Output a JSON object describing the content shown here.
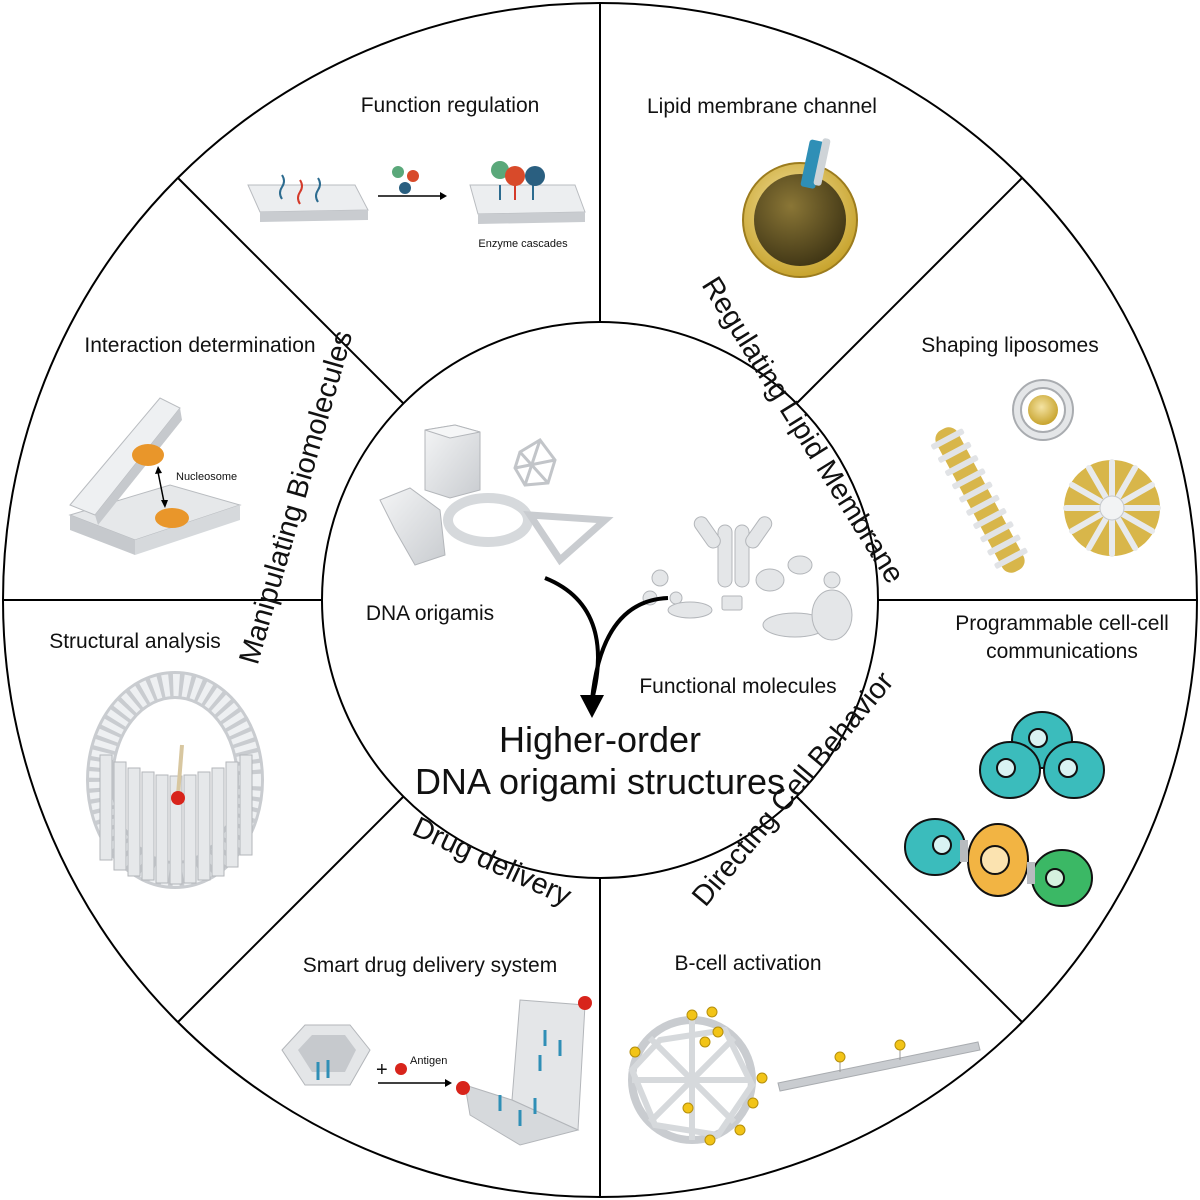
{
  "center": {
    "title_line1": "Higher-order",
    "title_line2": "DNA origami structures",
    "left_label": "DNA origamis",
    "right_label": "Functional molecules"
  },
  "ring": {
    "manipulating": "Manipulating Biomolecules",
    "lipid": "Regulating Lipid Membrane",
    "cell": "Directing Cell Behavior",
    "drug": "Drug delivery"
  },
  "sectors": {
    "function_regulation": "Function regulation",
    "enzyme_cascades": "Enzyme cascades",
    "lipid_channel": "Lipid membrane channel",
    "interaction": "Interaction determination",
    "nucleosome": "Nucleosome",
    "shaping_liposomes": "Shaping liposomes",
    "structural_analysis": "Structural analysis",
    "cellcell_line1": "Programmable cell-cell",
    "cellcell_line2": "communications",
    "smart_drug": "Smart drug delivery system",
    "antigen": "Antigen",
    "bcell": "B-cell activation"
  }
}
